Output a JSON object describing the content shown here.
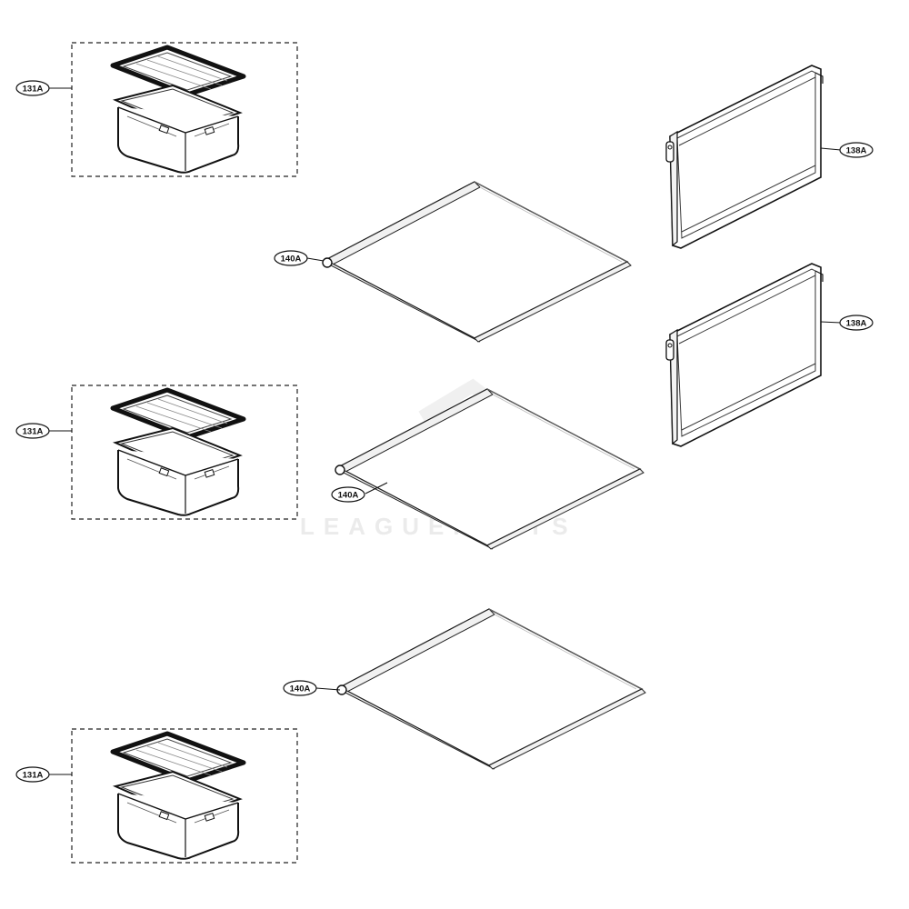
{
  "parts": {
    "crisper_drawer": {
      "label": "131A"
    },
    "glass_shelf": {
      "label": "140A"
    },
    "drawer_cover_panel": {
      "label": "138A"
    }
  },
  "watermark": {
    "text": "LEAGUEPARTS"
  }
}
